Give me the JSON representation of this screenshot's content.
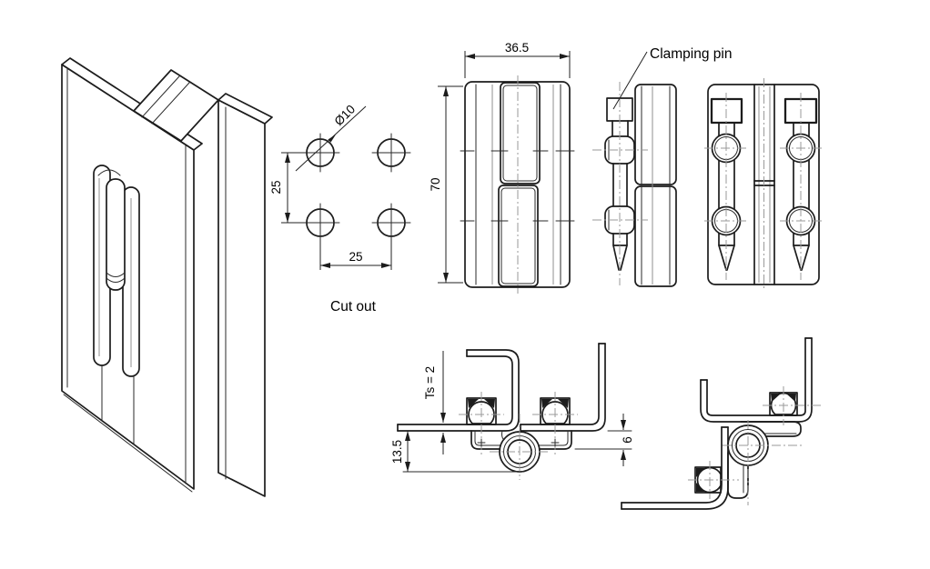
{
  "drawing": {
    "colors": {
      "background": "#ffffff",
      "line": "#1c1c1c",
      "centerline": "#9a9a9a",
      "text": "#000000"
    },
    "annotations": {
      "clamping_pin": "Clamping pin",
      "cut_out": "Cut out"
    },
    "dimensions": {
      "front_width": "36.5",
      "front_height": "70",
      "hole_diameter": "Ø10",
      "hole_pitch_vertical": "25",
      "hole_pitch_horizontal": "25",
      "sheet_thickness": "Ts = 2",
      "pivot_offset": "13.5",
      "leaf_projection": "6"
    }
  }
}
